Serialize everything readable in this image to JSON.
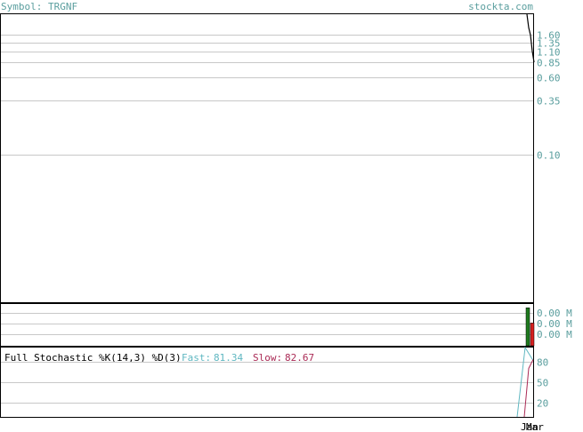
{
  "header": {
    "symbol_label": "Symbol: TRGNF",
    "site_label": "stockta.com"
  },
  "colors": {
    "label_teal": "#5a9e9e",
    "grid": "#c8c8c8",
    "frame": "#000000",
    "volume_up": "#1f7a1f",
    "volume_down": "#d62020",
    "fast_line": "#5fb7c1",
    "slow_line": "#aa2a55"
  },
  "chart_data": [
    {
      "type": "line",
      "panel": "price",
      "scale": "log",
      "y_ticks": [
        "1.60",
        "1.35",
        "1.10",
        "0.85",
        "0.60",
        "0.35",
        "0.10"
      ],
      "y_tick_values": [
        1.6,
        1.35,
        1.1,
        0.85,
        0.6,
        0.35,
        0.1
      ],
      "ylim": [
        0.0032,
        2.6
      ],
      "series": [
        {
          "values": [
            2.6,
            1.9,
            1.6,
            1.1,
            0.85
          ]
        }
      ]
    },
    {
      "type": "bar",
      "panel": "volume",
      "y_ticks": [
        "0.00 M",
        "0.00 M",
        "0.00 M"
      ],
      "bars": [
        {
          "value": 1.0,
          "direction": "up"
        },
        {
          "value": 0.6,
          "direction": "down"
        }
      ],
      "ylim": [
        0,
        1.1
      ]
    },
    {
      "type": "line",
      "panel": "stochastic",
      "title": "Full Stochastic %K(14,3) %D(3)",
      "legend": [
        {
          "label": "Fast:",
          "value": "81.34"
        },
        {
          "label": "Slow:",
          "value": "82.67"
        }
      ],
      "y_ticks": [
        "80",
        "50",
        "20"
      ],
      "y_tick_values": [
        80,
        50,
        20
      ],
      "ylim": [
        0,
        100
      ],
      "series": [
        {
          "values": [
            0,
            100,
            81.34
          ]
        },
        {
          "values": [
            0,
            70,
            82.67
          ]
        }
      ],
      "x_tick_labels": [
        "Jan",
        "Mar"
      ]
    }
  ]
}
